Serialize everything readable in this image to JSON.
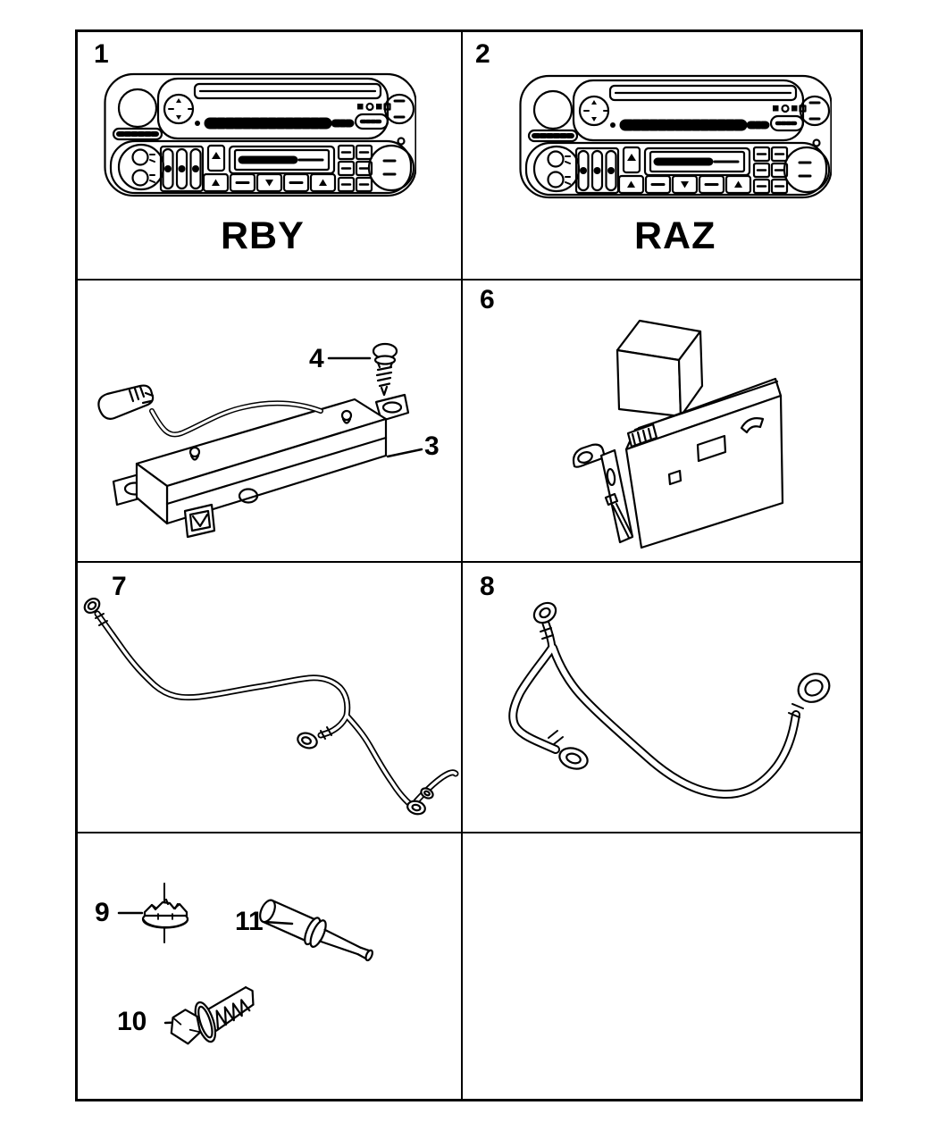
{
  "page": {
    "background": "#ffffff",
    "ink": "#000000"
  },
  "panels": {
    "radio_rby": {
      "callout": "1",
      "caption": "RBY"
    },
    "radio_raz": {
      "callout": "2",
      "caption": "RAZ"
    },
    "amplifier": {
      "callout_amplifier": "3",
      "callout_screw": "4"
    },
    "module": {
      "callout": "6"
    },
    "ground_strap": {
      "callout": "7"
    },
    "battery_cable": {
      "callout": "8"
    },
    "hardware": {
      "callout_nut": "9",
      "callout_bolt": "10",
      "callout_rivet": "11"
    }
  }
}
